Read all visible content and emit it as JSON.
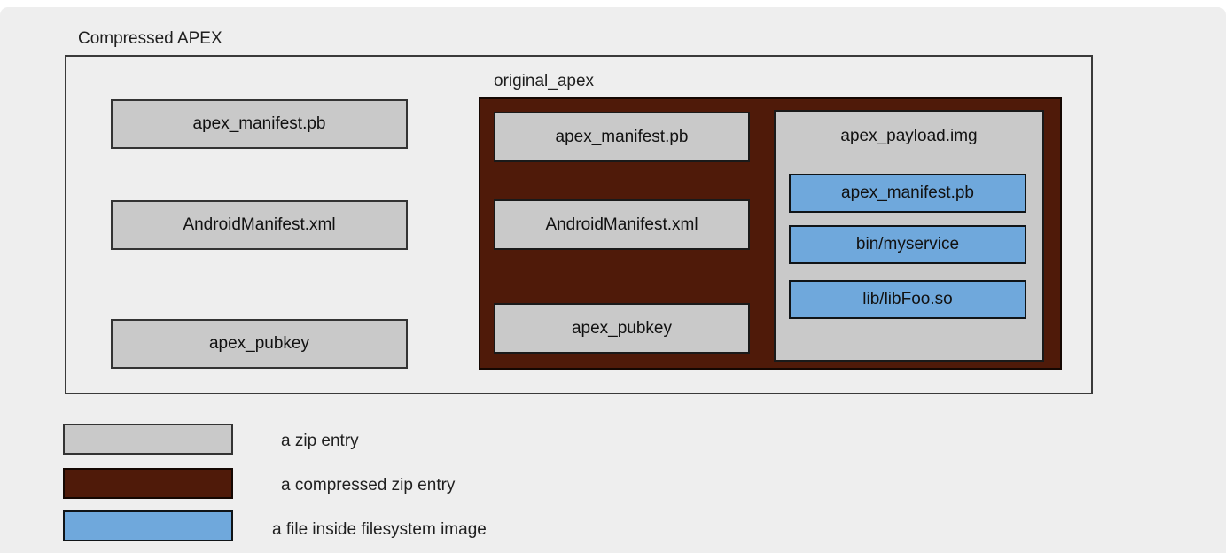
{
  "diagram": {
    "title": "Compressed APEX",
    "outer_zip_entries": [
      "apex_manifest.pb",
      "AndroidManifest.xml",
      "apex_pubkey"
    ],
    "original_apex": {
      "label": "original_apex",
      "zip_entries": [
        "apex_manifest.pb",
        "AndroidManifest.xml",
        "apex_pubkey"
      ],
      "payload": {
        "label": "apex_payload.img",
        "files": [
          "apex_manifest.pb",
          "bin/myservice",
          "lib/libFoo.so"
        ]
      }
    },
    "legend": [
      {
        "label": "a zip entry"
      },
      {
        "label": "a compressed zip entry"
      },
      {
        "label": "a file inside filesystem image"
      }
    ],
    "colors": {
      "zip_entry_fill": "#c9c9c9",
      "compressed_zip_entry_fill": "#4f1a09",
      "file_inside_image_fill": "#6fa8dc",
      "canvas_background": "#eeeeee",
      "box_border": "#333333",
      "text": "#1f1f1f"
    }
  }
}
